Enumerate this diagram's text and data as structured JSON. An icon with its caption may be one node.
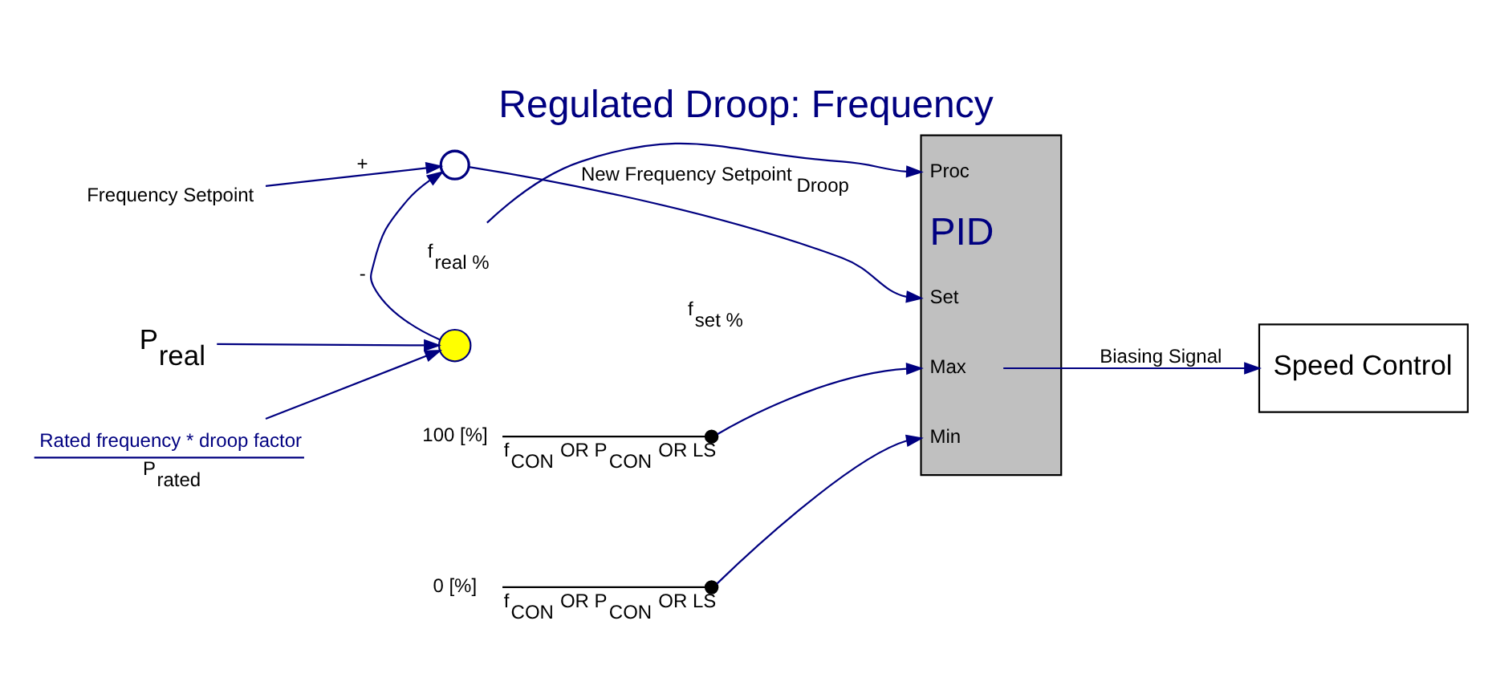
{
  "diagram": {
    "title": "Regulated Droop: Frequency",
    "nodes": [
      {
        "text": [
          "Frequency Setpoint"
        ]
      },
      {
        "text": [],
        "shape": "circle"
      },
      {
        "text": [],
        "shape": "circle"
      },
      {
        "text": [
          "P$_{real}$"
        ]
      },
      {
        "text": [
          "Rated frequency * droop factor",
          "P$_{rated}$"
        ]
      },
      {
        "text": [
          "Proc",
          "PID",
          "Set",
          "Max",
          "Min"
        ]
      },
      {
        "text": [
          "f$_{real %}$"
        ]
      },
      {
        "text": [
          "100 [%]"
        ]
      },
      {
        "text": [],
        "shape": "circle",
        "beside": [
          "f$_{CON}$ OR P$_{CON}$ OR LS"
        ]
      },
      {
        "text": [
          "0 [%]"
        ]
      },
      {
        "text": [],
        "shape": "circle",
        "beside": [
          "f$_{CON}$ OR P$_{CON}$ OR LS"
        ]
      },
      {
        "text": [
          "Speed Control"
        ]
      }
    ],
    "edges": [
      {
        "from": 0,
        "to": 1,
        "arrow": "to",
        "label": "+"
      },
      {
        "from": 2,
        "to": 1,
        "arrow": "to",
        "label": "-"
      },
      {
        "from": 3,
        "to": 2,
        "arrow": "to"
      },
      {
        "from": 4,
        "to": 2,
        "arrow": "to"
      },
      {
        "from": 1,
        "to": 5,
        "arrow": "to",
        "label": "New Frequency Setpoint $_{Droop}$"
      },
      {
        "from": 6,
        "to": 5,
        "arrow": "to"
      },
      {
        "from": 7,
        "to": 8,
        "arrow": "none",
        "color": "#000000"
      },
      {
        "from": 8,
        "to": 5,
        "arrow": "to"
      },
      {
        "from": 9,
        "to": 10,
        "arrow": "none",
        "color": "#000000"
      },
      {
        "from": 10,
        "to": 5,
        "arrow": "to"
      },
      {
        "from": 5,
        "to": 11,
        "arrow": "to",
        "label": "Biasing Signal"
      }
    ],
    "labels": [
      "f$_{set %}$"
    ]
  }
}
